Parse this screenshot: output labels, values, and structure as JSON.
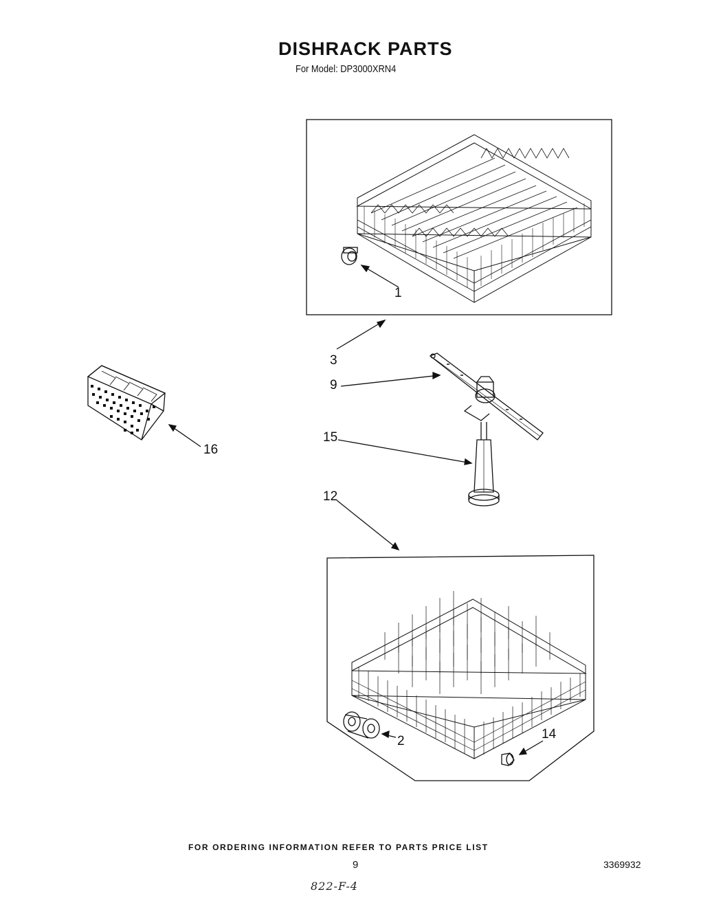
{
  "header": {
    "title": "DISHRACK PARTS",
    "model_line": "For Model: DP3000XRN4"
  },
  "callouts": {
    "c1": "1",
    "c3": "3",
    "c9": "9",
    "c15": "15",
    "c12": "12",
    "c16": "16",
    "c2": "2",
    "c14": "14"
  },
  "footer": {
    "note": "FOR ORDERING INFORMATION REFER TO PARTS PRICE LIST",
    "page_number": "9",
    "document_number": "3369932",
    "handwritten": "822-F-4"
  },
  "illustrations": {
    "upper_rack": "upper-dishrack",
    "spray_arm": "lower-spray-arm",
    "spray_tube": "spray-arm-tube",
    "lower_rack": "lower-dishrack",
    "basket": "silverware-basket",
    "rack_wheel_upper": "rack-roller",
    "rack_wheel_lower": "rack-roller-assembly",
    "rack_cap": "tine-cap"
  }
}
